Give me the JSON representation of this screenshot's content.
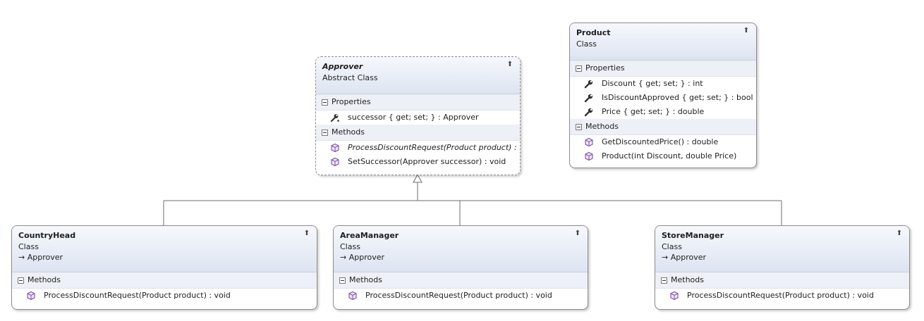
{
  "classes": {
    "approver": {
      "name": "Approver",
      "stereotype": "Abstract Class",
      "properties_label": "Properties",
      "properties": [
        {
          "text": "successor { get; set; } : Approver",
          "icon": "wrench-star-icon"
        }
      ],
      "methods_label": "Methods",
      "methods": [
        {
          "text": "ProcessDiscountRequest(Product product) : void",
          "icon": "method-cube-icon",
          "abstract": true
        },
        {
          "text": "SetSuccessor(Approver successor) : void",
          "icon": "method-cube-icon",
          "abstract": false
        }
      ]
    },
    "product": {
      "name": "Product",
      "stereotype": "Class",
      "properties_label": "Properties",
      "properties": [
        {
          "text": "Discount { get; set; } : int",
          "icon": "wrench-icon"
        },
        {
          "text": "IsDiscountApproved { get; set; } : bool",
          "icon": "wrench-icon"
        },
        {
          "text": "Price { get; set; } : double",
          "icon": "wrench-icon"
        }
      ],
      "methods_label": "Methods",
      "methods": [
        {
          "text": "GetDiscountedPrice() : double",
          "icon": "method-cube-icon"
        },
        {
          "text": "Product(int Discount, double Price)",
          "icon": "method-cube-icon"
        }
      ]
    },
    "country_head": {
      "name": "CountryHead",
      "stereotype": "Class",
      "base": "→ Approver",
      "methods_label": "Methods",
      "methods": [
        {
          "text": "ProcessDiscountRequest(Product product) : void",
          "icon": "method-cube-icon"
        }
      ]
    },
    "area_manager": {
      "name": "AreaManager",
      "stereotype": "Class",
      "base": "→ Approver",
      "methods_label": "Methods",
      "methods": [
        {
          "text": "ProcessDiscountRequest(Product product) : void",
          "icon": "method-cube-icon"
        }
      ]
    },
    "store_manager": {
      "name": "StoreManager",
      "stereotype": "Class",
      "base": "→ Approver",
      "methods_label": "Methods",
      "methods": [
        {
          "text": "ProcessDiscountRequest(Product product) : void",
          "icon": "method-cube-icon"
        }
      ]
    }
  },
  "relations": [
    {
      "from": "CountryHead",
      "to": "Approver",
      "type": "inheritance"
    },
    {
      "from": "AreaManager",
      "to": "Approver",
      "type": "inheritance"
    },
    {
      "from": "StoreManager",
      "to": "Approver",
      "type": "inheritance"
    }
  ],
  "colors": {
    "header_gradient_top": "#f6f8fc",
    "header_gradient_bottom": "#dde4f1",
    "section_bg": "#edf0f6",
    "border": "#8c8c8c",
    "method_icon": "#7b4fa8",
    "connector": "#6e6e6e"
  }
}
